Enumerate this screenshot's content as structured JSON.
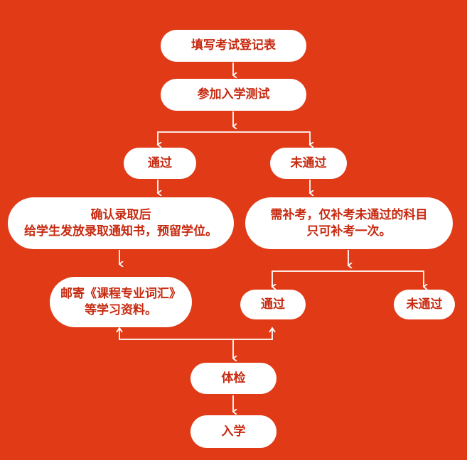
{
  "colors": {
    "background": "#e03a17",
    "box": "#ffffff",
    "text": "#c72a10",
    "arrow": "#ffffff"
  },
  "nodes": {
    "fill_form": "填写考试登记表",
    "entrance_test": "参加入学测试",
    "pass": "通过",
    "fail": "未通过",
    "admit_line1": "确认录取后",
    "admit_line2": "给学生发放录取通知书，预留学位。",
    "retest_line1": "需补考，仅补考未通过的科目",
    "retest_line2": "只可补考一次。",
    "mail_line1": "邮寄《课程专业词汇》",
    "mail_line2": "等学习资料。",
    "retest_pass": "通过",
    "retest_fail": "未通过",
    "physical_exam": "体检",
    "enroll": "入学"
  }
}
